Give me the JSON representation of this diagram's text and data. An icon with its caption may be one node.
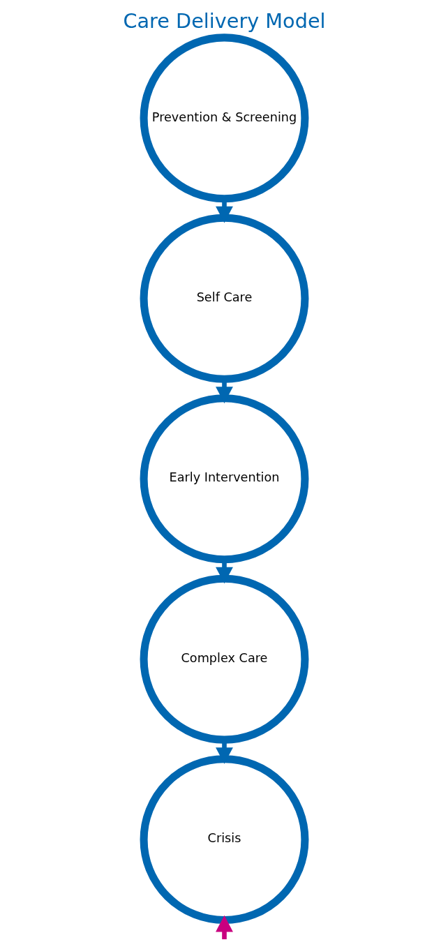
{
  "diagram": {
    "title": "Care Delivery Model",
    "nodes": [
      {
        "text": [
          "Prevention & Screening"
        ]
      },
      {
        "text": [
          "Self Care"
        ]
      },
      {
        "text": [
          "Early Intervention"
        ]
      },
      {
        "text": [
          "Complex Care"
        ]
      },
      {
        "text": [
          "Crisis"
        ]
      }
    ],
    "edges": [
      {
        "from": 0,
        "to": 1,
        "arrow": "to"
      },
      {
        "from": 1,
        "to": 2,
        "arrow": "to"
      },
      {
        "from": 2,
        "to": 3,
        "arrow": "to"
      },
      {
        "from": 3,
        "to": 4,
        "arrow": "to"
      },
      {
        "from": null,
        "to": 4,
        "arrow": "to",
        "color": "#c8007f"
      }
    ]
  }
}
